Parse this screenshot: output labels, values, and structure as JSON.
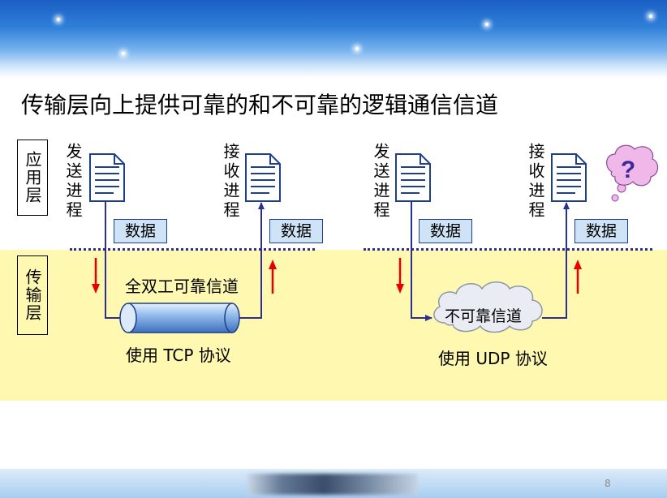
{
  "slide": {
    "title": "传输层向上提供可靠的和不可靠的逻辑通信信道",
    "page_number": "8"
  },
  "layers": {
    "application": "应用层",
    "transport": "传输层"
  },
  "tcp_side": {
    "sender": "发送进程",
    "receiver": "接收进程",
    "data_send": "数据",
    "data_recv": "数据",
    "channel": "全双工可靠信道",
    "protocol": "使用 TCP 协议"
  },
  "udp_side": {
    "sender": "发送进程",
    "receiver": "接收进程",
    "data_send": "数据",
    "data_recv": "数据",
    "channel": "不可靠信道",
    "protocol": "使用 UDP 协议",
    "question_mark": "?"
  },
  "colors": {
    "flow_line": "#2b2f8f",
    "arrow_red": "#e60000",
    "data_box_fill": "#cfe3f7",
    "transport_band": "#fff8b0",
    "thought_bubble": "#f0b8e8"
  }
}
